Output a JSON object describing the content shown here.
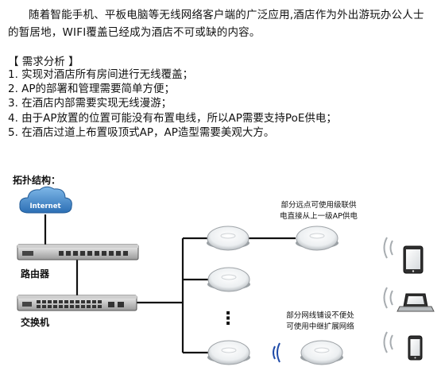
{
  "intro": "随着智能手机、平板电脑等无线网络客户端的广泛应用,酒店作为外出游玩办公人士的暂居地，WIFI覆盖已经成为酒店不可或缺的内容。",
  "requirements": {
    "title": "【 需求分析 】",
    "items": [
      "1. 实现对酒店所有房间进行无线覆盖；",
      "2. AP的部署和管理需要简单方便；",
      "3. 在酒店内部需要实现无线漫游；",
      "4. 由于AP放置的位置可能没有布置电线，所以AP需要支持PoE供电；",
      "5. 在酒店过道上布置吸顶式AP，AP造型需要美观大方。"
    ]
  },
  "topology": {
    "title": "拓扑结构：",
    "internet_label": "Internet",
    "router_label": "路由器",
    "switch_label": "交换机",
    "note_top": [
      "部分远点可使用级联供",
      "电直接从上一级AP供电"
    ],
    "note_bottom": [
      "部分网线铺设不便处",
      "可使用中继扩展网络"
    ],
    "ellipsis": "⋮",
    "devices": [
      "tablet-icon",
      "laptop-icon",
      "phone-icon"
    ]
  }
}
